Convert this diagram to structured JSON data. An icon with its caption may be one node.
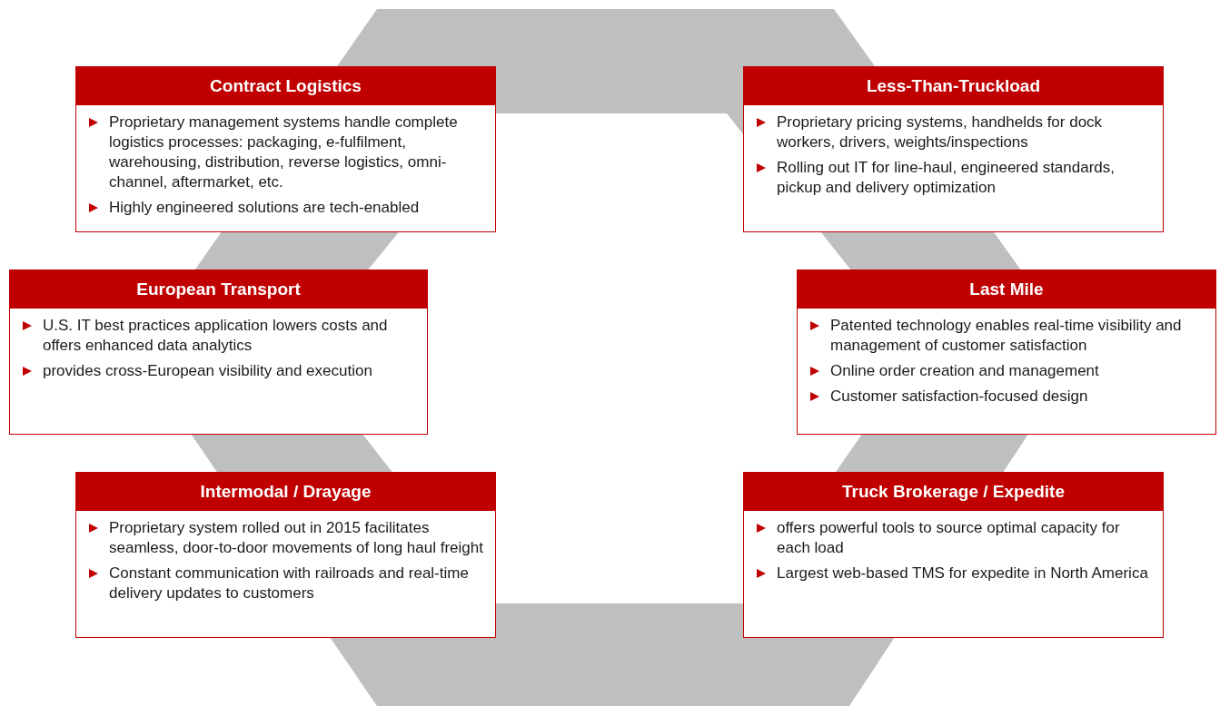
{
  "diagram": {
    "nodes": [
      {
        "text": [
          "Contract Logistics",
          "Proprietary management systems handle complete logistics processes: packaging, e-fulfilment, warehousing, distribution, reverse logistics, omni-channel, aftermarket, etc.",
          "Highly engineered solutions are tech-enabled"
        ]
      },
      {
        "text": [
          "Less-Than-Truckload",
          "Proprietary pricing systems, handhelds for dock workers, drivers, weights/inspections",
          "Rolling out IT for line-haul, engineered standards, pickup and delivery optimization"
        ]
      },
      {
        "text": [
          "European Transport",
          "U.S. IT best practices application lowers costs and offers enhanced data analytics",
          "provides cross-European visibility and execution"
        ]
      },
      {
        "text": [
          "Last Mile",
          "Patented technology enables real-time visibility and management of customer satisfaction",
          "Online order creation and management",
          "Customer satisfaction-focused design"
        ]
      },
      {
        "text": [
          "Intermodal / Drayage",
          "Proprietary system rolled out in 2015 facilitates seamless, door-to-door movements of long haul freight",
          "Constant communication with railroads and real-time delivery updates to customers"
        ]
      },
      {
        "text": [
          "Truck Brokerage / Expedite",
          "offers powerful tools to source optimal capacity for each load",
          "Largest web-based TMS for expedite in North America"
        ]
      }
    ]
  }
}
